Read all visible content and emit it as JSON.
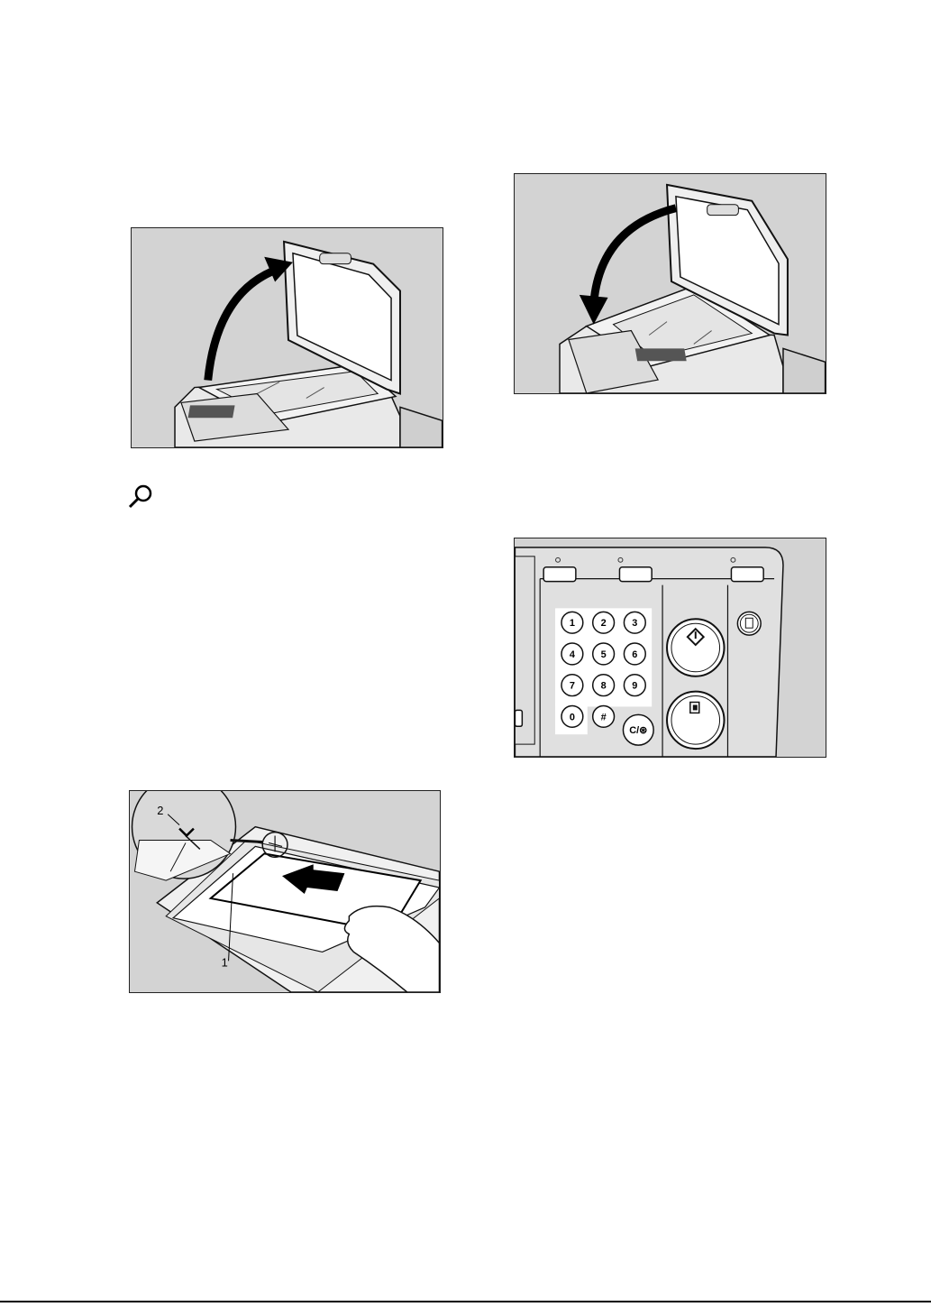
{
  "figures": {
    "open_cover": {
      "icon": "cover-opening-arrow"
    },
    "close_cover": {
      "icon": "cover-closing-arrow"
    },
    "control_panel": {
      "keypad": [
        "1",
        "2",
        "3",
        "4",
        "5",
        "6",
        "7",
        "8",
        "9",
        "0",
        "#"
      ],
      "clear_stop_key": "C/⊛",
      "icons": [
        "program-icon",
        "clear-modes-icon",
        "interrupt-icon",
        "start-icon",
        "sample-copy-icon",
        "energy-saver-icon"
      ]
    },
    "place_original": {
      "callout_1": "1",
      "callout_2": "2"
    }
  },
  "reference_icon": "magnifier-icon"
}
